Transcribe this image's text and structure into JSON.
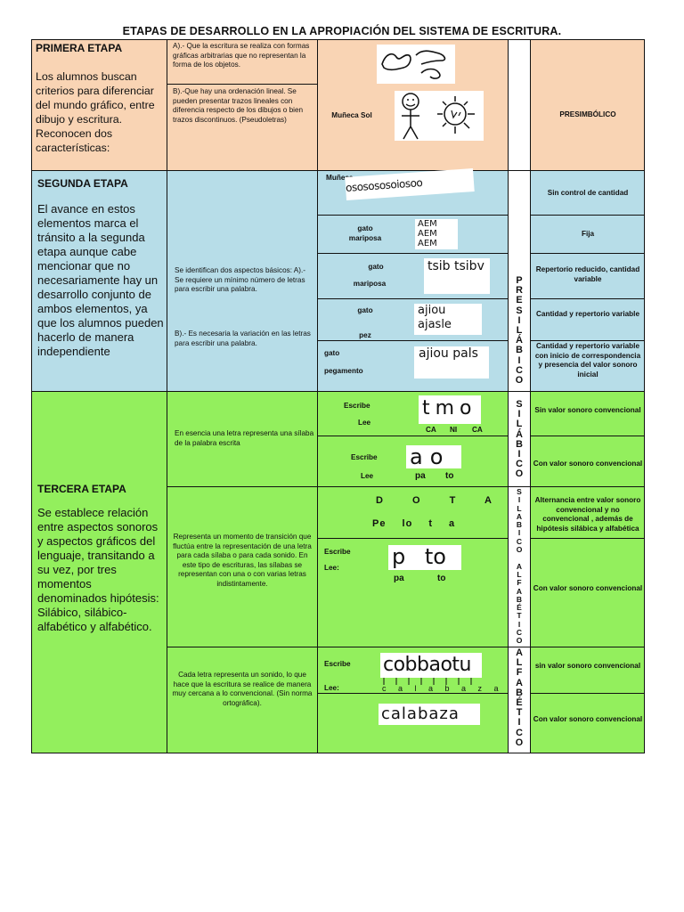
{
  "title": "ETAPAS DE DESARROLLO EN LA APROPIACIÓN DEL SISTEMA DE ESCRITURA.",
  "stage1": {
    "heading": "PRIMERA ETAPA",
    "body": "Los alumnos buscan criterios para diferenciar del mundo gráfico, entre dibujo y escritura. Reconocen dos características:",
    "desc_a": "A).- Que la escritura se realiza con formas gráficas arbitrarias que no representan la forma de los objetos.",
    "desc_b": "B).-Que hay una ordenación lineal. Se pueden presentar trazos lineales con diferencia respecto de los dibujos o bien trazos discontinuos. (Pseudoletras)",
    "words": "Muñeca Sol",
    "category": "PRESIMBÓLICO"
  },
  "stage2": {
    "heading": "SEGUNDA ETAPA",
    "body": "El avance en estos elementos marca el tránsito a la segunda etapa aunque cabe mencionar que no necesariamente hay un desarrollo conjunto de ambos elementos, ya que los alumnos pueden hacerlo de manera independiente",
    "desc": "Se identifican dos aspectos básicos: A).- Se requiere un mínimo número de letras para escribir una palabra.",
    "desc_b": "B).- Es necesaria la variación en las letras para escribir una palabra.",
    "rows": [
      {
        "w1": "Muñeca",
        "w2": "",
        "hand": "ososososoiosoo",
        "cat": "Sin control de cantidad"
      },
      {
        "w1": "gato",
        "w2": "mariposa",
        "hand": "AEM AEM AEM",
        "cat": "Fija"
      },
      {
        "w1": "gato",
        "w2": "mariposa",
        "hand": "tsib tsibv",
        "cat": "Repertorio reducido, cantidad variable"
      },
      {
        "w1": "gato",
        "w2": "pez",
        "hand": "ajiou ajasle",
        "cat": "Cantidad y repertorio variable"
      },
      {
        "w1": "gato",
        "w2": "pegamento",
        "hand": "ajiou pals",
        "cat": "Cantidad y repertorio variable con inicio de correspondencia y presencia del valor sonoro inicial"
      }
    ]
  },
  "stage3": {
    "heading": "TERCERA ETAPA",
    "body": "Se establece relación entre aspectos sonoros y aspectos gráficos del lenguaje, transitando a su vez, por tres momentos denominados hipótesis: Silábico, silábico-alfabético y alfabético.",
    "desc1": "En esencia una letra representa una sílaba de la palabra escrita",
    "desc2": "Representa un momento de transición que fluctúa entre la representación de una letra para cada sílaba o para cada sonido. En este tipo de escrituras, las sílabas se representan con una o con varias letras indistintamente.",
    "desc3": "Cada letra representa un sonido, lo que hace que la escritura se realice de manera muy cercana a lo convencional. (Sin norma ortográfica).",
    "escribe": "Escribe",
    "lee": "Lee",
    "lee_colon": "Lee:",
    "r1_hand": "tmo",
    "r1_syl": [
      "CA",
      "NI",
      "CA"
    ],
    "r1_cat": "Sin valor sonoro convencional",
    "r2_hand": "ao",
    "r2_syl": [
      "pa",
      "to"
    ],
    "r2_cat": "Con valor sonoro convencional",
    "r3_dota": "D O T A",
    "r3_pelota": "Pe lo t a",
    "r3_cat": "Alternancia entre valor sonoro convencional y no convencional , además de hipótesis silábica y alfabética",
    "r4_hand": "p to",
    "r4_syl": [
      "pa",
      "to"
    ],
    "r4_cat": "Con valor sonoro convencional",
    "r5_hand": "cobbaotu",
    "r5_syl": "c a l a b a z a",
    "r5_cat": "sin valor sonoro convencional",
    "r6_hand": "calabaza",
    "r6_cat": "Con valor sonoro convencional"
  },
  "vertical": {
    "presilabico": [
      "P",
      "R",
      "E",
      "S",
      "I",
      "L",
      "Á",
      "B",
      "I",
      "C",
      "O"
    ],
    "silabico": [
      "S",
      "I",
      "L",
      "Á",
      "B",
      "I",
      "C",
      "O"
    ],
    "silabico_alfabetico": [
      "S",
      "I",
      "L",
      "A",
      "B",
      "I",
      "C",
      "O",
      "",
      "A",
      "L",
      "F",
      "A",
      "B",
      "É",
      "T",
      "I",
      "C",
      "O"
    ],
    "alfabetico": [
      "A",
      "L",
      "F",
      "A",
      "B",
      "É",
      "T",
      "I",
      "C",
      "O"
    ]
  }
}
